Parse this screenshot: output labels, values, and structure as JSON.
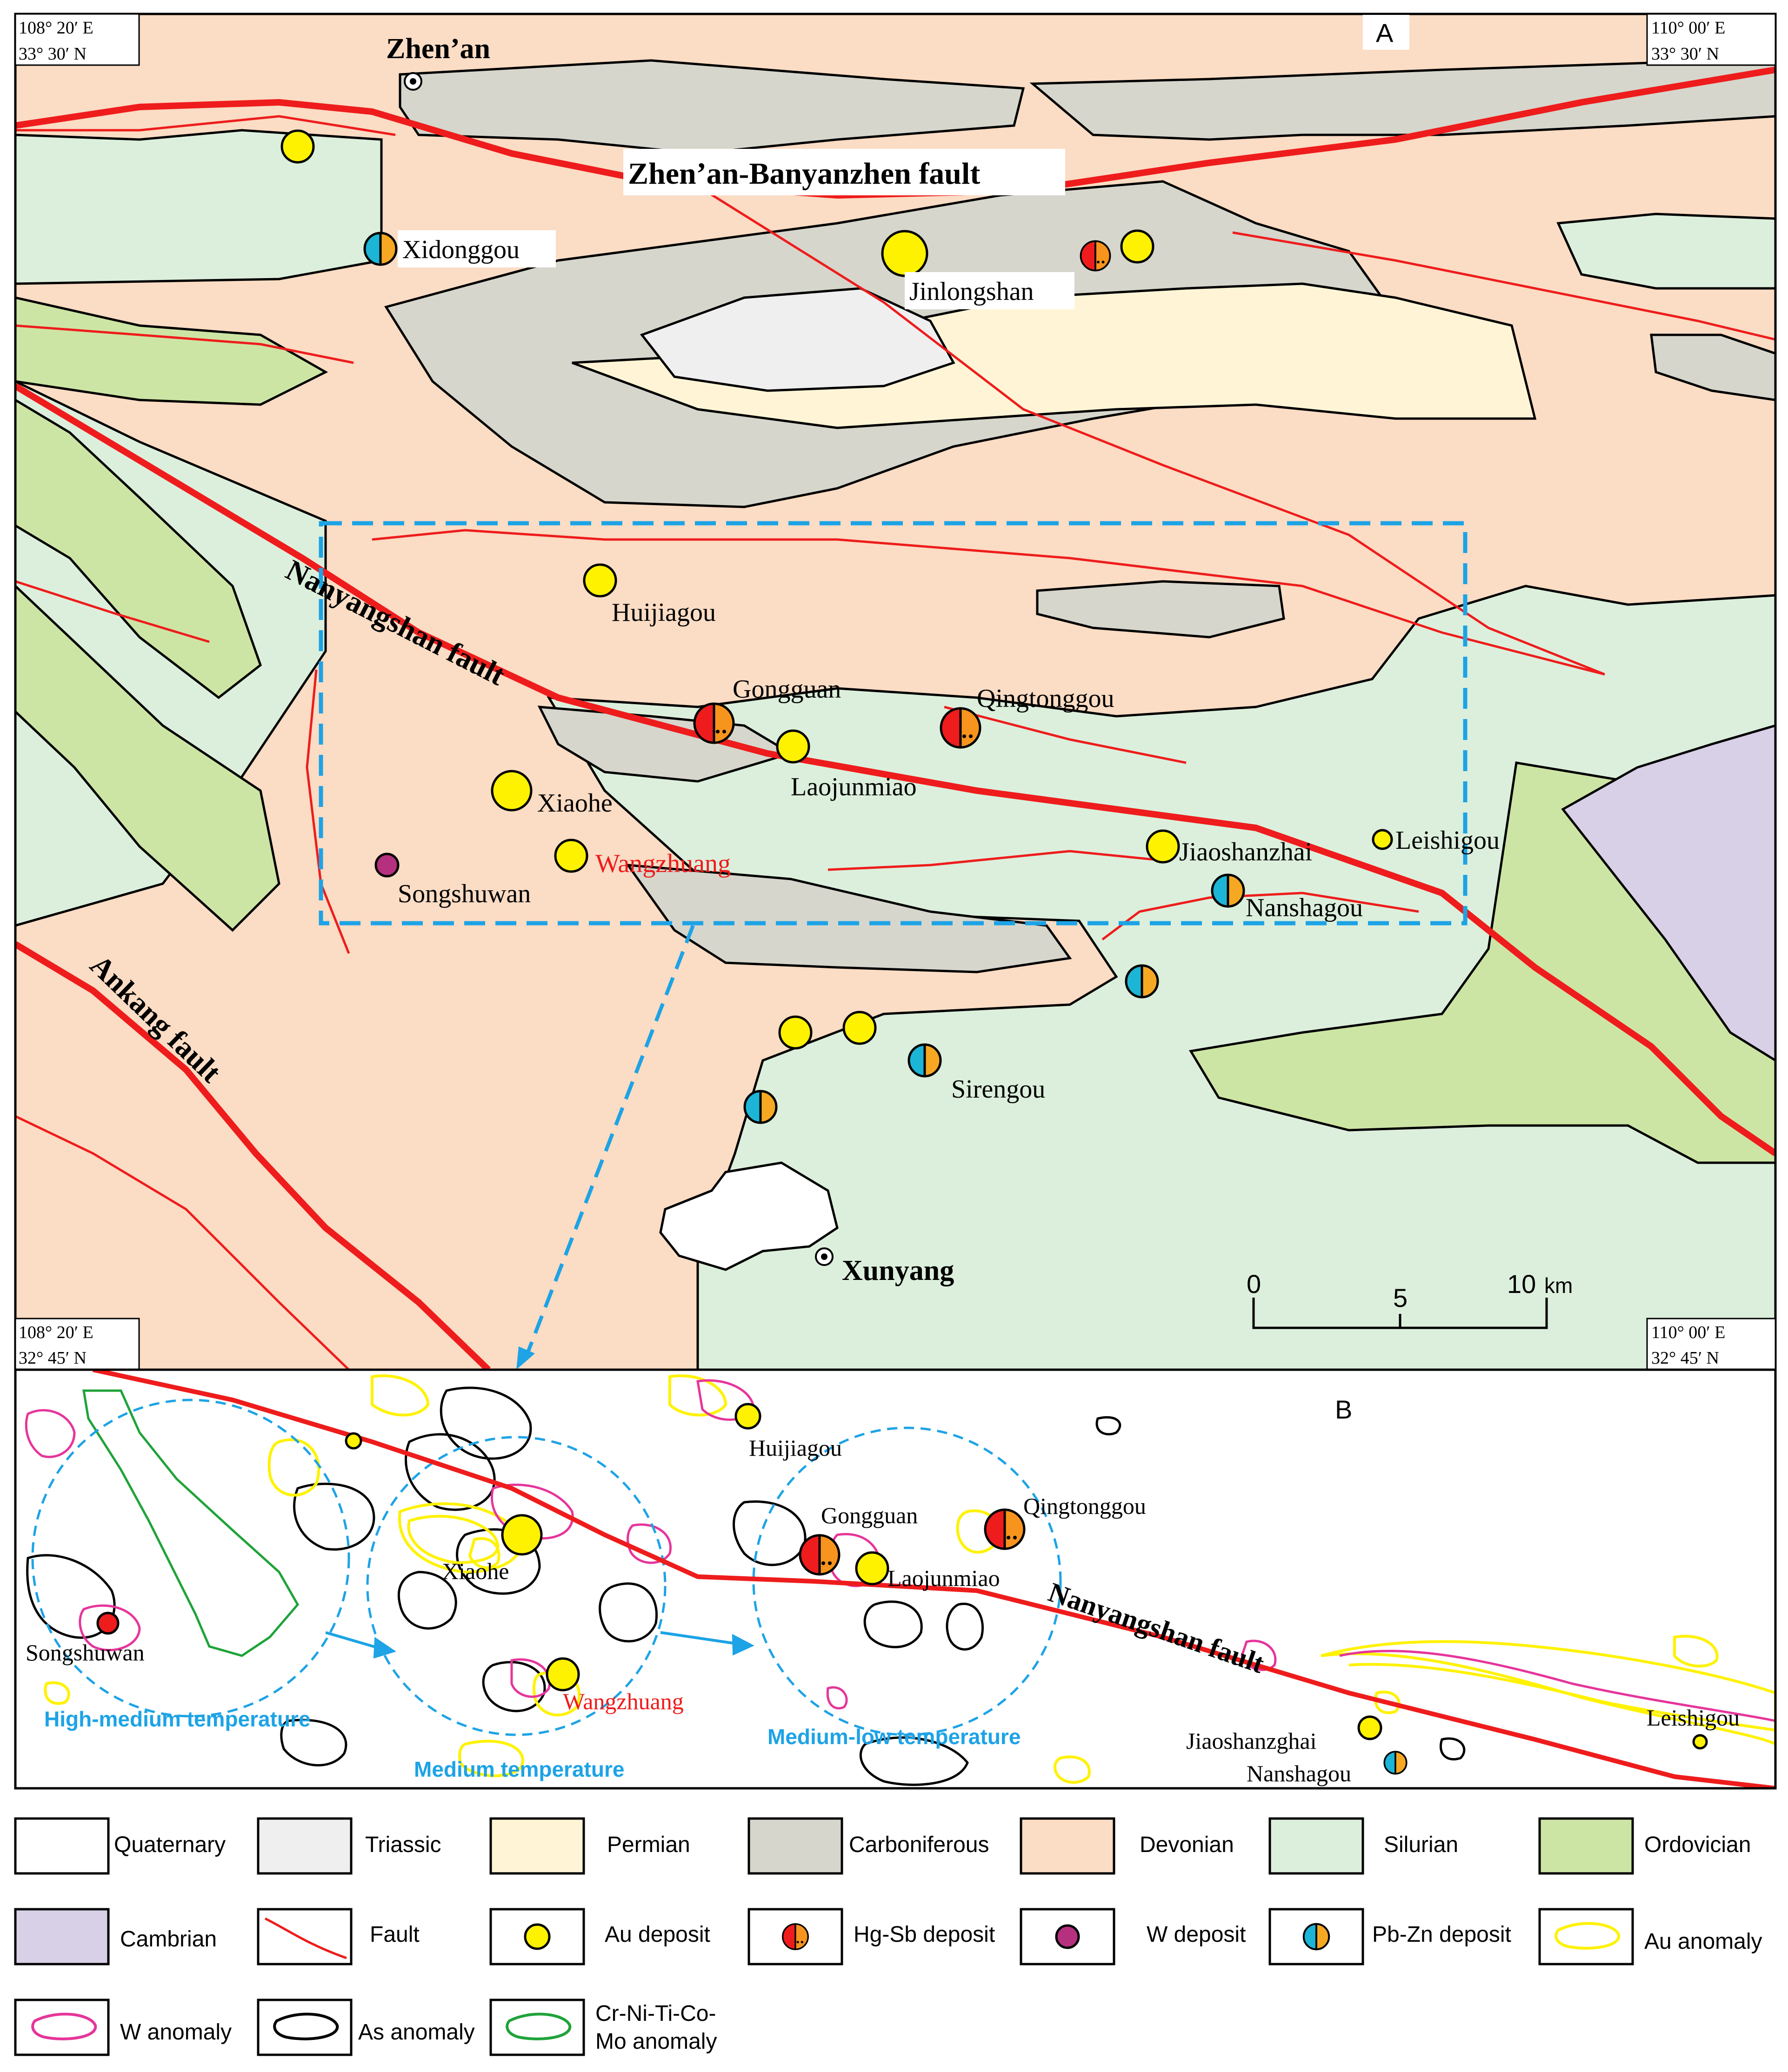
{
  "panel_a": {
    "label": "A",
    "corners": {
      "tl": [
        "108° 20′ E",
        "33° 30′ N"
      ],
      "tr": [
        "110° 00′ E",
        "33° 30′ N"
      ],
      "bl": [
        "108° 20′ E",
        "32° 45′ N"
      ],
      "br": [
        "110° 00′ E",
        "32° 45′ N"
      ]
    },
    "towns": [
      "Zhen’an",
      "Xunyang"
    ],
    "faults": [
      "Zhen’an-Banyanzhen fault",
      "Nanyangshan fault",
      "Ankang fault"
    ],
    "deposits": {
      "xidonggou": "Xidonggou",
      "jinlongshan": "Jinlongshan",
      "huijiagou": "Huijiagou",
      "gongguan": "Gongguan",
      "qingtonggou": "Qingtonggou",
      "laojunmiao": "Laojunmiao",
      "xiaohe": "Xiaohe",
      "wangzhuang": "Wangzhuang",
      "songshuwan": "Songshuwan",
      "jiaoshanzhai": "Jiaoshanzhai",
      "leishigou": "Leishigou",
      "nanshagou": "Nanshagou",
      "sirengou": "Sirengou"
    },
    "scale": {
      "ticks": [
        "0",
        "5",
        "10"
      ],
      "unit": "km"
    }
  },
  "panel_b": {
    "label": "B",
    "deposits": {
      "huijiagou": "Huijiagou",
      "gongguan": "Gongguan",
      "qingtonggou": "Qingtonggou",
      "laojunmiao": "Laojunmiao",
      "xiaohe": "Xiaohe",
      "wangzhuang": "Wangzhuang",
      "songshuwan": "Songshuwan",
      "jiaoshanzghai": "Jiaoshanzghai",
      "nanshagou": "Nanshagou",
      "leishigou": "Leishigou"
    },
    "fault": "Nanyangshan fault",
    "zones": [
      "High-medium temperature",
      "Medium temperature",
      "Medium-low temperature"
    ]
  },
  "legend": {
    "quaternary": "Quaternary",
    "triassic": "Triassic",
    "permian": "Permian",
    "carboniferous": "Carboniferous",
    "devonian": "Devonian",
    "silurian": "Silurian",
    "ordovician": "Ordovician",
    "cambrian": "Cambrian",
    "fault": "Fault",
    "au_deposit": "Au deposit",
    "hgsb_deposit": "Hg-Sb deposit",
    "w_deposit": "W deposit",
    "pbzn_deposit": "Pb-Zn deposit",
    "au_anomaly": "Au anomaly",
    "w_anomaly": "W anomaly",
    "as_anomaly": "As anomaly",
    "crni_line1": "Cr-Ni-Ti-Co-",
    "crni_line2": "Mo anomaly"
  },
  "colors": {
    "quaternary": "#ffffff",
    "triassic": "#efefef",
    "permian": "#fff5d6",
    "carboniferous": "#d6d6cc",
    "devonian": "#fbdcc4",
    "silurian": "#dcefdc",
    "ordovician": "#cde5a4",
    "cambrian": "#d8d0e6",
    "fault": "#ee1c1c",
    "au": "#fff200",
    "hg": "#ee1c1c",
    "sb": "#f7941d",
    "w": "#b5307e",
    "pb": "#1cb5d6",
    "zn": "#f7a823",
    "dash": "#1da3e6",
    "w_anomaly": "#e6359a",
    "cr_anomaly": "#1fa33a"
  }
}
